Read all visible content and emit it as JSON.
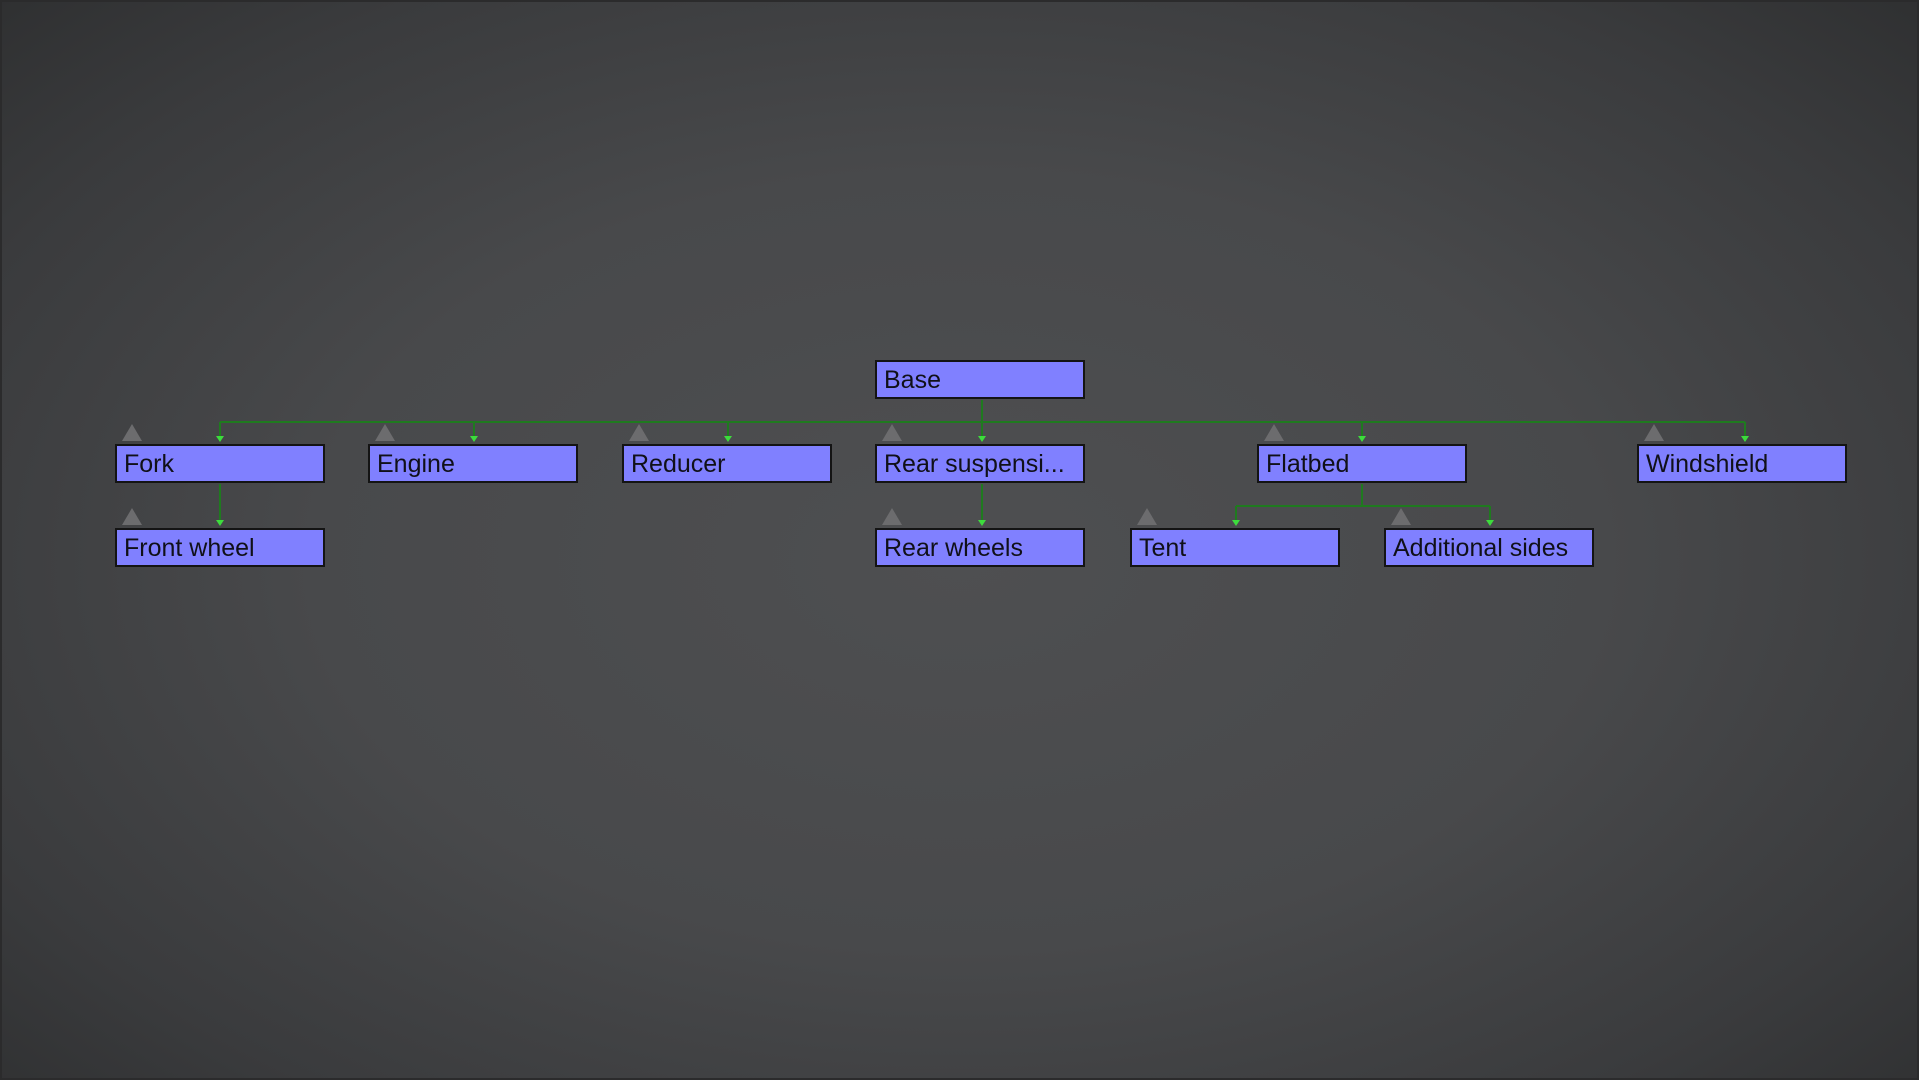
{
  "diagram": {
    "root": {
      "label": "Base",
      "children": [
        {
          "label": "Fork",
          "children": [
            {
              "label": "Front wheel"
            }
          ]
        },
        {
          "label": "Engine"
        },
        {
          "label": "Reducer"
        },
        {
          "label": "Rear suspensi...",
          "children": [
            {
              "label": "Rear wheels"
            }
          ]
        },
        {
          "label": "Flatbed",
          "children": [
            {
              "label": "Tent"
            },
            {
              "label": "Additional sides"
            }
          ]
        },
        {
          "label": "Windshield"
        }
      ]
    }
  },
  "colors": {
    "node_fill": "#8080ff",
    "node_border": "#141414",
    "connector": "#1f7a1f",
    "connector_arrow": "#3ddc3d",
    "collapse_icon": "#6c6c6e",
    "background": "#4a4b4d"
  },
  "icons": {
    "collapse": "triangle-up-icon"
  }
}
